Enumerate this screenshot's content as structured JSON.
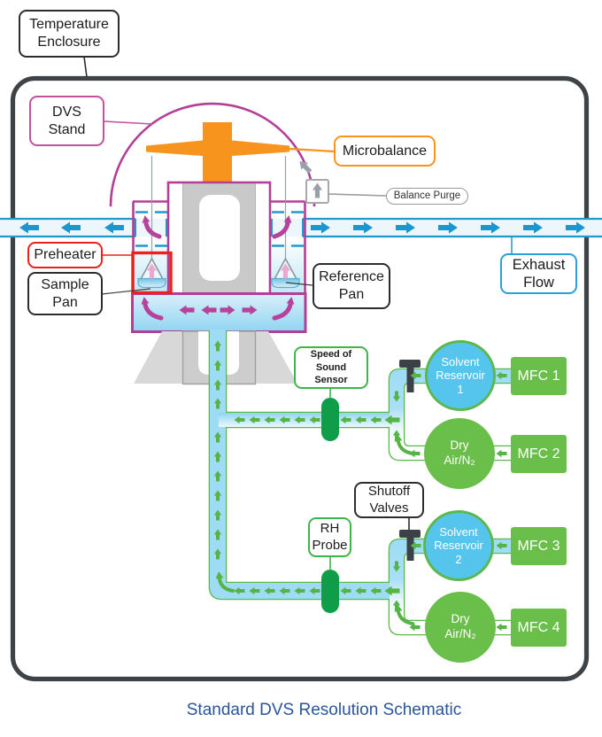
{
  "labels": {
    "temperature_enclosure": "Temperature\nEnclosure",
    "dvs_stand": "DVS\nStand",
    "microbalance": "Microbalance",
    "balance_purge": "Balance Purge",
    "preheater": "Preheater",
    "sample_pan": "Sample\nPan",
    "reference_pan": "Reference\nPan",
    "exhaust_flow": "Exhaust\nFlow",
    "speed_of_sound_sensor": "Speed of Sound\nSensor",
    "shutoff_valves": "Shutoff\nValves",
    "rh_probe": "RH\nProbe"
  },
  "components": {
    "solvent_reservoir_1": "Solvent\nReservoir\n1",
    "mfc_1": "MFC 1",
    "dry_air_1": "Dry\nAir/N₂",
    "mfc_2": "MFC 2",
    "solvent_reservoir_2": "Solvent\nReservoir\n2",
    "mfc_3": "MFC 3",
    "dry_air_2": "Dry\nAir/N₂",
    "mfc_4": "MFC 4"
  },
  "caption": "Standard DVS Resolution Schematic",
  "colors": {
    "enclosure_border": "#3e4347",
    "magenta": "#b23e97",
    "orange": "#f7941e",
    "channel_blue": "#2398cc",
    "flow_arrow_blue": "#1b96cf",
    "pipe_green": "#5cb84c",
    "component_green": "#6abf4b",
    "reservoir_blue": "#56c5ee",
    "sensor_dark_green": "#0f9d4a",
    "preheater_red": "#e8231d",
    "pink_arrow": "#eba9d0",
    "caption_blue": "#29559b"
  }
}
